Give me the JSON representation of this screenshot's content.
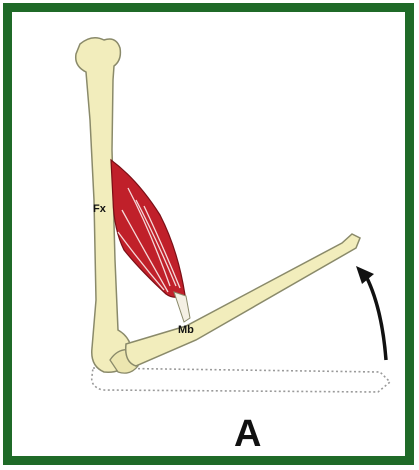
{
  "labels": {
    "fixed_point": "Fx",
    "moving_point": "Mb",
    "panel": "A"
  },
  "colors": {
    "frame": "#1f6a28",
    "bone": "#f2edbc",
    "bone_outline": "#8a8a6a",
    "muscle": "#c0202a",
    "tendon": "#f4f0e4",
    "arrow": "#111111"
  },
  "icons": {
    "motion_arrow": "curved-arrow-up-icon"
  }
}
